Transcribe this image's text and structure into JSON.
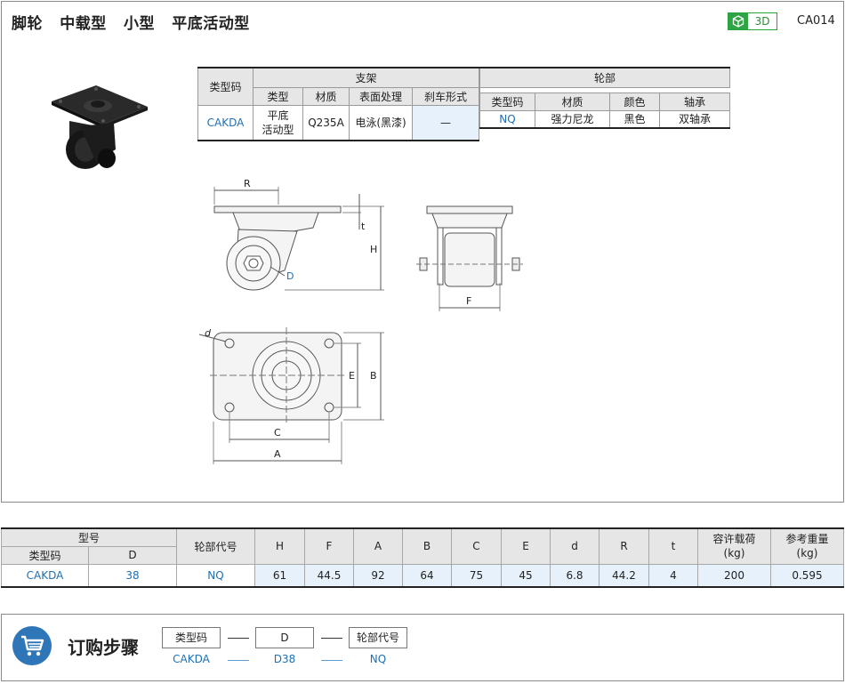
{
  "header": {
    "title": "脚轮   中载型   小型   平底活动型",
    "badge_3d": "3D",
    "code": "CA014"
  },
  "colors": {
    "blue_text": "#1f6fb2",
    "header_bg": "#e6e6e6",
    "value_bg": "#e7f1fb",
    "badge_green": "#2fa444"
  },
  "bracket_table": {
    "type_code_header": "类型码",
    "group_header": "支架",
    "columns": [
      "类型",
      "材质",
      "表面处理",
      "刹车形式"
    ],
    "row": {
      "type_code": "CAKDA",
      "type": "平底\n活动型",
      "material": "Q235A",
      "surface": "电泳(黑漆)",
      "brake": "—"
    }
  },
  "wheel_table": {
    "group_header": "轮部",
    "columns": [
      "类型码",
      "材质",
      "颜色",
      "轴承"
    ],
    "row": {
      "type_code": "NQ",
      "material": "强力尼龙",
      "color": "黑色",
      "bearing": "双轴承"
    }
  },
  "drawing_labels": {
    "R": "R",
    "t": "t",
    "H": "H",
    "D": "D",
    "F": "F",
    "d": "d",
    "E": "E",
    "B": "B",
    "C": "C",
    "A": "A"
  },
  "data_table": {
    "model_header": "型号",
    "type_code_header": "类型码",
    "D_header": "D",
    "wheel_code_header": "轮部代号",
    "dim_headers": [
      "H",
      "F",
      "A",
      "B",
      "C",
      "E",
      "d",
      "R",
      "t"
    ],
    "load_header": "容许载荷\n(kg)",
    "weight_header": "参考重量\n(kg)",
    "row": {
      "type_code": "CAKDA",
      "D": "38",
      "wheel_code": "NQ",
      "dims": [
        "61",
        "44.5",
        "92",
        "64",
        "75",
        "45",
        "6.8",
        "44.2",
        "4"
      ],
      "load": "200",
      "weight": "0.595"
    }
  },
  "order": {
    "title": "订购步骤",
    "steps": [
      "类型码",
      "D",
      "轮部代号"
    ],
    "values": [
      "CAKDA",
      "D38",
      "NQ"
    ]
  }
}
